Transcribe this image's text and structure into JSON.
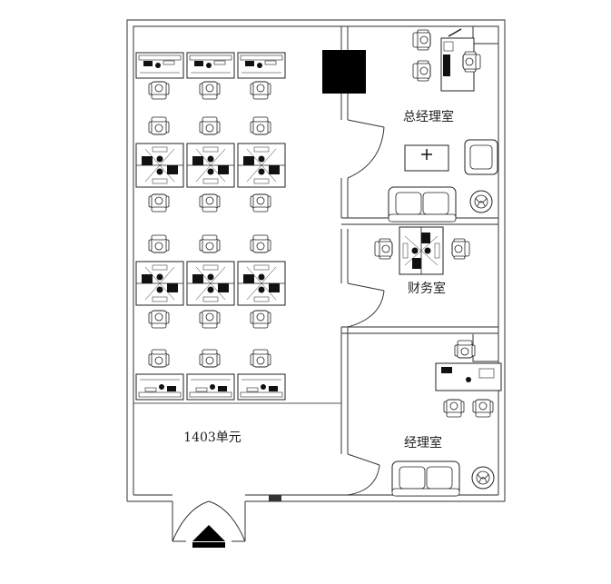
{
  "labels": {
    "general_manager_office": "总经理室",
    "finance_office": "财务室",
    "manager_office": "经理室",
    "unit": "1403单元"
  },
  "colors": {
    "wall": "#555555",
    "line": "#222222",
    "fill": "#000000",
    "bg": "#ffffff"
  },
  "open_office": {
    "desk_columns": 3,
    "top_row_desks": 3,
    "cluster_rows": 2,
    "bottom_row_desks": 3
  }
}
